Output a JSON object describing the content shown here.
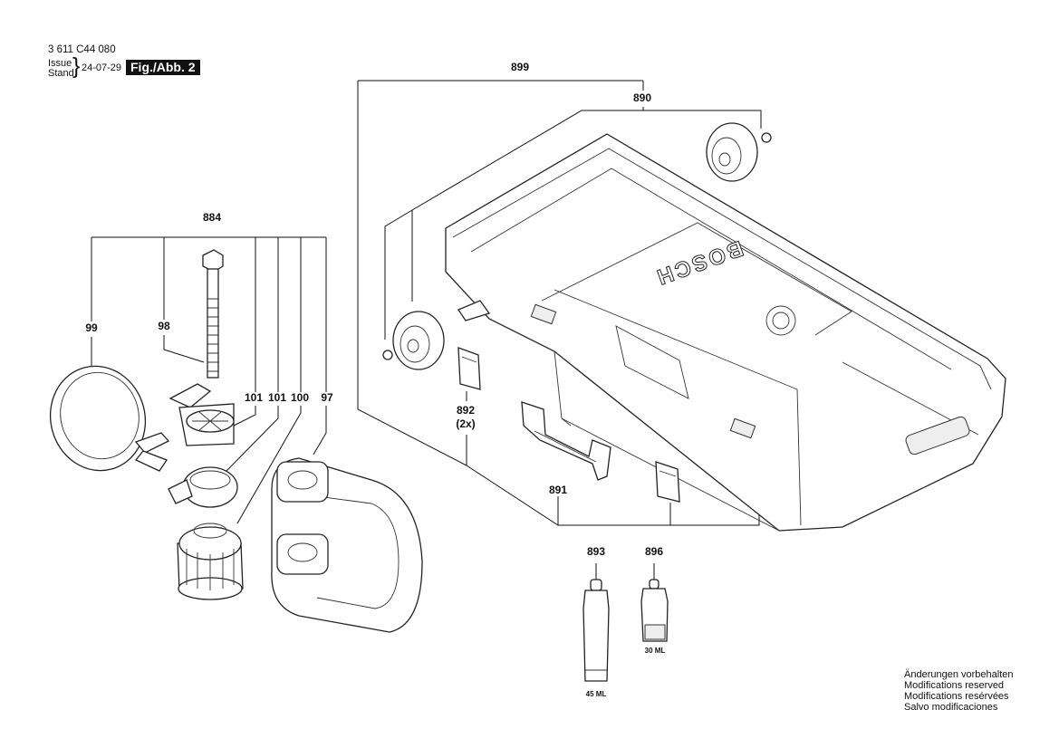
{
  "header": {
    "doc_number": "3 611 C44 080",
    "issue_label": "Issue",
    "stand_label": "Stand",
    "issue_date": "24-07-29",
    "figure_label": "Fig./Abb. 2"
  },
  "labels": {
    "p884": "884",
    "p99": "99",
    "p98": "98",
    "p101a": "101",
    "p101b": "101",
    "p100": "100",
    "p97": "97",
    "p899": "899",
    "p890": "890",
    "p892": "892",
    "p892_qty": "(2x)",
    "p891": "891",
    "p893": "893",
    "p896": "896"
  },
  "tube_volumes": {
    "large": "45 ML",
    "small": "30 ML"
  },
  "case_logo": "BOSCH",
  "notes": [
    "Änderungen vorbehalten",
    "Modifications reserved",
    "Modifications resérvées",
    "Salvo modificaciones"
  ]
}
